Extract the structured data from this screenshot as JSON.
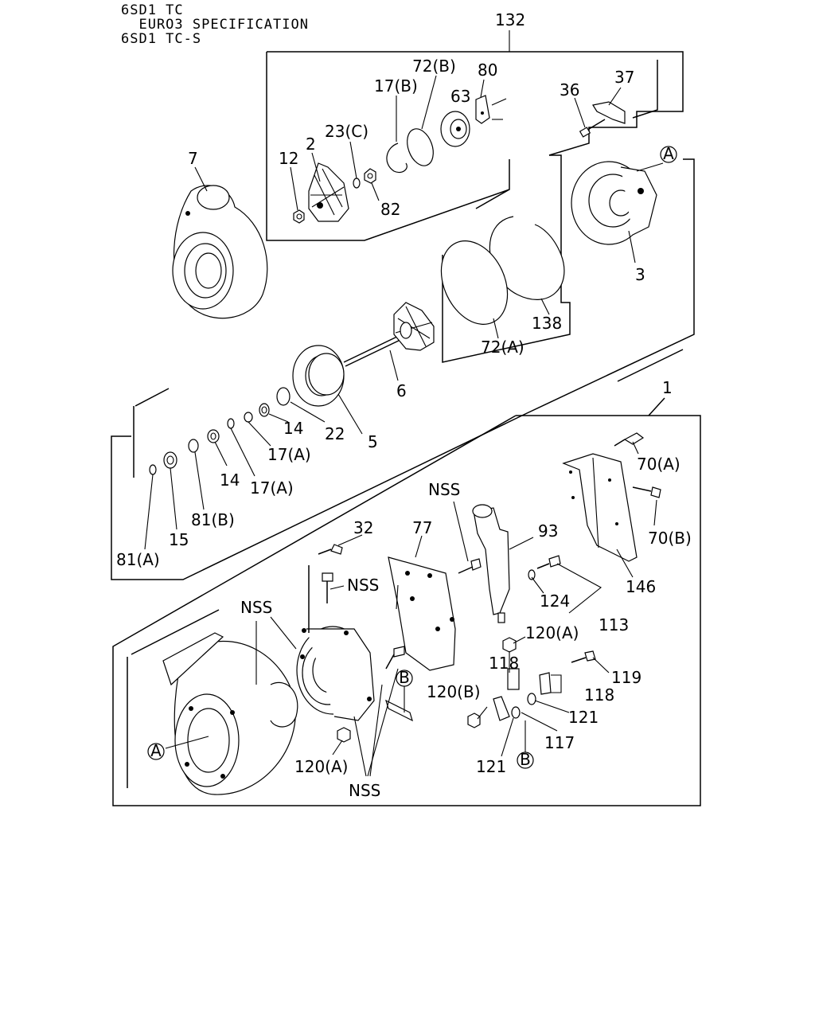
{
  "header": {
    "line1": "6SD1 TC",
    "line2": "  EURO3 SPECIFICATION",
    "line3": "6SD1 TC-S"
  },
  "labels": {
    "l132": "132",
    "l80": "80",
    "l72b": "72(B)",
    "l17b": "17(B)",
    "l63": "63",
    "l23c": "23(C)",
    "l2": "2",
    "l12": "12",
    "l82": "82",
    "l7": "7",
    "l36": "36",
    "l37": "37",
    "lA_top": "A",
    "l3": "3",
    "l138": "138",
    "l72a": "72(A)",
    "l6": "6",
    "l22": "22",
    "l5": "5",
    "l14a": "14",
    "l17a1": "17(A)",
    "l14b": "14",
    "l17a2": "17(A)",
    "l81b": "81(B)",
    "l15": "15",
    "l81a": "81(A)",
    "l1": "1",
    "l70a": "70(A)",
    "l70b": "70(B)",
    "lnss1": "NSS",
    "l77": "77",
    "l93": "93",
    "l32": "32",
    "lnss2": "NSS",
    "l146": "146",
    "l124": "124",
    "lnss3": "NSS",
    "l113": "113",
    "l120a1": "120(A)",
    "l118a": "118",
    "l119": "119",
    "lB1": "B",
    "l118b": "118",
    "l120b": "120(B)",
    "l121a": "121",
    "l117": "117",
    "lA_bot": "A",
    "l120a2": "120(A)",
    "l121b": "121",
    "lB2": "B",
    "lnss4": "NSS"
  }
}
